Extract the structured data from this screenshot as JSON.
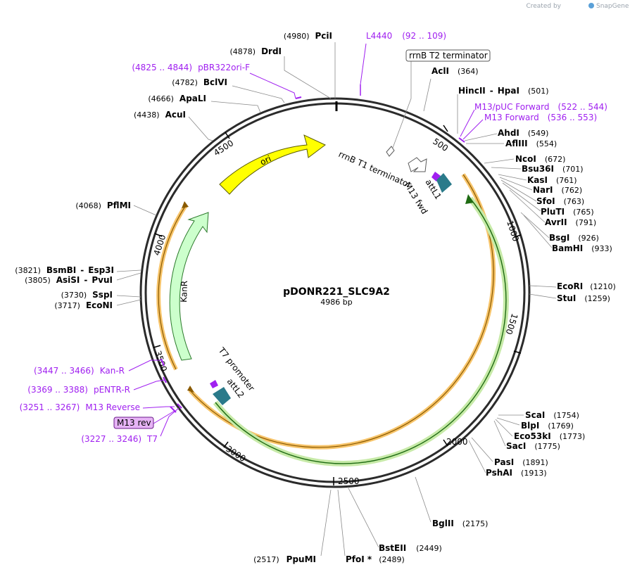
{
  "header": {
    "created_by": "Created by",
    "brand": "SnapGene"
  },
  "plasmid": {
    "name": "pDONR221_SLC9A2",
    "size_label": "4986 bp"
  },
  "ruler": [
    {
      "label": "500"
    },
    {
      "label": "1000"
    },
    {
      "label": "1500"
    },
    {
      "label": "2000"
    },
    {
      "label": "2500"
    },
    {
      "label": "3000"
    },
    {
      "label": "3500"
    },
    {
      "label": "4000"
    },
    {
      "label": "4500"
    }
  ],
  "features": {
    "ori": "ori",
    "kanr": "KanR",
    "rrnb_t1": "rrnB T1 terminator",
    "m13_fwd": "M13 fwd",
    "attl1": "attL1",
    "t7_promoter": "T7 promoter",
    "attl2": "attL2"
  },
  "sites": [
    {
      "name": "PciI",
      "pos": "(4980)"
    },
    {
      "name": "DrdI",
      "pos": "(4878)"
    },
    {
      "name": "pBR322ori-F",
      "pos": "(4825 .. 4844)"
    },
    {
      "name": "BclVI",
      "pos": "(4782)"
    },
    {
      "name": "ApaLI",
      "pos": "(4666)"
    },
    {
      "name": "AcuI",
      "pos": "(4438)"
    },
    {
      "name": "PflMI",
      "pos": "(4068)"
    },
    {
      "name": "BsmBI",
      "pos": "(3821)",
      "alt": "Esp3I"
    },
    {
      "name": "AsiSI",
      "pos": "(3805)",
      "alt": "PvuI"
    },
    {
      "name": "SspI",
      "pos": "(3730)"
    },
    {
      "name": "EcoNI",
      "pos": "(3717)"
    },
    {
      "name": "Kan-R",
      "pos": "(3447 .. 3466)"
    },
    {
      "name": "pENTR-R",
      "pos": "(3369 .. 3388)"
    },
    {
      "name": "M13 Reverse",
      "pos": "(3251 .. 3267)"
    },
    {
      "name": "M13 rev"
    },
    {
      "name": "T7",
      "pos": "(3227 .. 3246)"
    },
    {
      "name": "L4440",
      "pos": "(92 .. 109)"
    },
    {
      "name": "rrnB T2 terminator"
    },
    {
      "name": "AclI",
      "pos": "(364)"
    },
    {
      "name": "HincII",
      "pos": "(501)",
      "alt": "HpaI"
    },
    {
      "name": "M13/pUC Forward",
      "pos": "(522 .. 544)"
    },
    {
      "name": "M13 Forward",
      "pos": "(536 .. 553)"
    },
    {
      "name": "AhdI",
      "pos": "(549)"
    },
    {
      "name": "AflIII",
      "pos": "(554)"
    },
    {
      "name": "NcoI",
      "pos": "(672)"
    },
    {
      "name": "Bsu36I",
      "pos": "(701)"
    },
    {
      "name": "KasI",
      "pos": "(761)"
    },
    {
      "name": "NarI",
      "pos": "(762)"
    },
    {
      "name": "SfoI",
      "pos": "(763)"
    },
    {
      "name": "PluTI",
      "pos": "(765)"
    },
    {
      "name": "AvrII",
      "pos": "(791)"
    },
    {
      "name": "BsgI",
      "pos": "(926)"
    },
    {
      "name": "BamHI",
      "pos": "(933)"
    },
    {
      "name": "EcoRI",
      "pos": "(1210)"
    },
    {
      "name": "StuI",
      "pos": "(1259)"
    },
    {
      "name": "ScaI",
      "pos": "(1754)"
    },
    {
      "name": "BlpI",
      "pos": "(1769)"
    },
    {
      "name": "Eco53kI",
      "pos": "(1773)"
    },
    {
      "name": "SacI",
      "pos": "(1775)"
    },
    {
      "name": "PasI",
      "pos": "(1891)"
    },
    {
      "name": "PshAI",
      "pos": "(1913)"
    },
    {
      "name": "BglII",
      "pos": "(2175)"
    },
    {
      "name": "BstEII",
      "pos": "(2449)"
    },
    {
      "name": "PfoI *",
      "pos": "(2489)"
    },
    {
      "name": "PpuMI",
      "pos": "(2517)"
    }
  ]
}
